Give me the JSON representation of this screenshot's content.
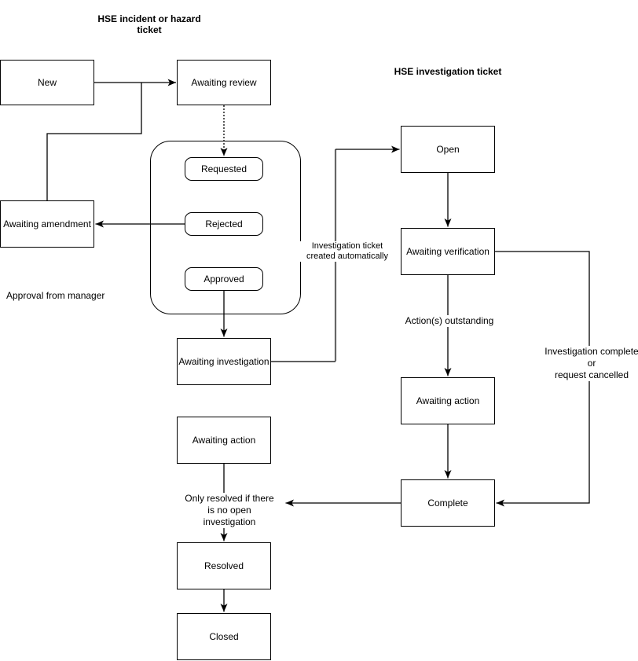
{
  "titles": {
    "left": "HSE incident or hazard\nticket",
    "right": "HSE investigation ticket"
  },
  "nodes": {
    "new": "New",
    "awaiting_review": "Awaiting review",
    "requested": "Requested",
    "rejected": "Rejected",
    "approved": "Approved",
    "awaiting_amendment": "Awaiting amendment",
    "awaiting_investigation": "Awaiting investigation",
    "awaiting_action_left": "Awaiting action",
    "resolved": "Resolved",
    "closed": "Closed",
    "open": "Open",
    "awaiting_verification": "Awaiting verification",
    "awaiting_action_right": "Awaiting action",
    "complete": "Complete"
  },
  "annotations": {
    "approval_from_manager": "Approval from manager",
    "investigation_ticket_created": "Investigation ticket\ncreated automatically",
    "actions_outstanding": "Action(s) outstanding",
    "investigation_complete": "Investigation complete\nor\nrequest cancelled",
    "only_resolved": "Only resolved if there\nis no open investigation"
  },
  "colors": {
    "stroke": "#000000",
    "connector_highlight": "#666666",
    "background": "#ffffff"
  }
}
